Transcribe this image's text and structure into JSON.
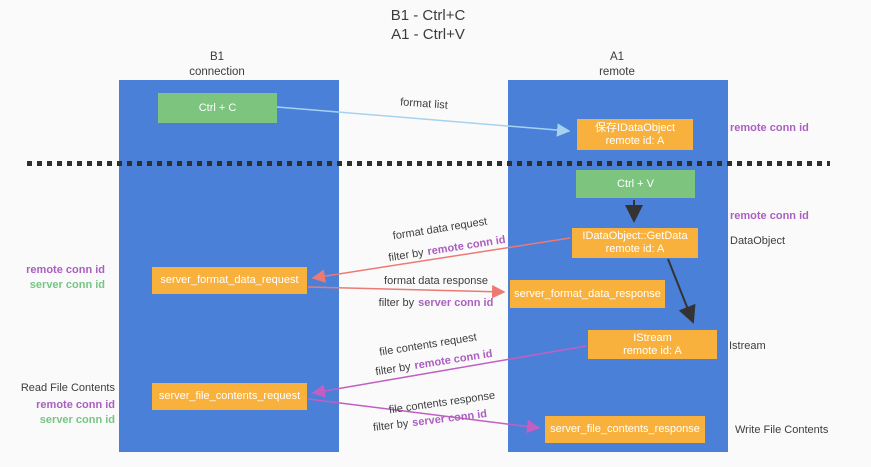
{
  "title": {
    "line1": "B1 - Ctrl+C",
    "line2": "A1 - Ctrl+V"
  },
  "lanes": {
    "left": {
      "header_line1": "B1",
      "header_line2": "connection"
    },
    "right": {
      "header_line1": "A1",
      "header_line2": "remote"
    }
  },
  "nodes": {
    "ctrl_c": {
      "label": "Ctrl + C"
    },
    "ctrl_v": {
      "label": "Ctrl + V"
    },
    "save_dataobject": {
      "line1": "保存IDataObject",
      "line2": "remote id: A"
    },
    "getdata": {
      "line1": "IDataObject::GetData",
      "line2": "remote id: A"
    },
    "istream": {
      "line1": "IStream",
      "line2": "remote id: A"
    },
    "server_format_data_request": {
      "label": "server_format_data_request"
    },
    "server_format_data_response": {
      "label": "server_format_data_response"
    },
    "server_file_contents_request": {
      "label": "server_file_contents_request"
    },
    "server_file_contents_response": {
      "label": "server_file_contents_response"
    }
  },
  "edge_labels": {
    "format_list": "format list",
    "format_data_request": "format data request",
    "format_data_response": "format data response",
    "file_contents_request": "file contents request",
    "file_contents_response": "file contents response",
    "filter_by": "filter by",
    "remote_conn_id": "remote conn id",
    "server_conn_id": "server conn id"
  },
  "side_labels": {
    "left_top": {
      "remote": "remote conn id",
      "server": "server conn id"
    },
    "left_bottom": {
      "title": "Read File Contents",
      "remote": "remote conn id",
      "server": "server conn id"
    },
    "right": {
      "remote_top": "remote conn id",
      "remote_mid": "remote conn id",
      "dataobject": "DataObject",
      "istream": "Istream",
      "write_file": "Write File Contents"
    }
  },
  "colors": {
    "background": "#fafafa",
    "lane_blue": "#4a80d8",
    "box_green": "#7dc57f",
    "box_orange": "#f9b13e",
    "arrow_lightblue": "#a6d2ef",
    "arrow_black": "#333333",
    "arrow_salmon": "#ed7a72",
    "arrow_magenta": "#c35ec3",
    "label_purple": "#ab5fc0",
    "label_green": "#76c584",
    "text_dark": "#3d3d3d",
    "dashed_line": "#2f2f2f"
  }
}
